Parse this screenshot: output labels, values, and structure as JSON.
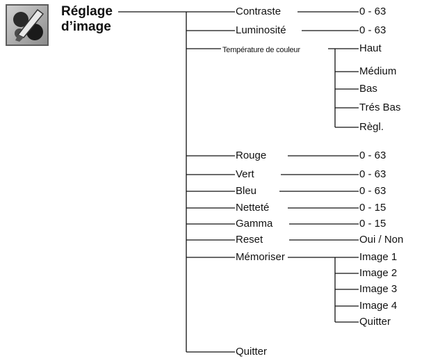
{
  "title": {
    "line1": "Réglage",
    "line2": "d’image"
  },
  "items": {
    "contraste": "Contraste",
    "luminosite": "Luminosité",
    "temperature": "Température de couleur",
    "rouge": "Rouge",
    "vert": "Vert",
    "bleu": "Bleu",
    "nettete": "Netteté",
    "gamma": "Gamma",
    "reset": "Reset",
    "memoriser": "Mémoriser",
    "quitter": "Quitter"
  },
  "values": {
    "contraste": "0 - 63",
    "luminosite": "0 - 63",
    "rouge": "0 - 63",
    "vert": "0 - 63",
    "bleu": "0 - 63",
    "nettete": "0 - 15",
    "gamma": "0 - 15",
    "reset": "Oui / Non"
  },
  "temperature_options": [
    "Haut",
    "Médium",
    "Bas",
    "Trés Bas",
    "Règl."
  ],
  "memoriser_options": [
    "Image 1",
    "Image 2",
    "Image 3",
    "Image 4",
    "Quitter"
  ],
  "icon": "palette-brush-icon"
}
